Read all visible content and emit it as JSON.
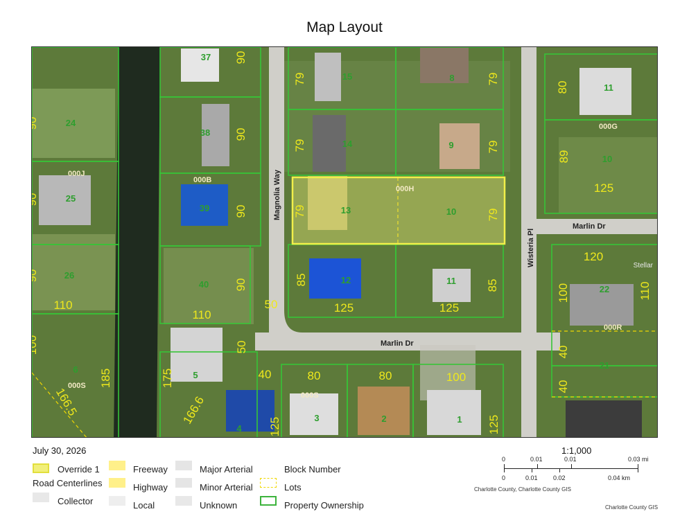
{
  "title": "Map Layout",
  "date": "July 30, 2026",
  "map": {
    "streets": [
      "Magnolia Way",
      "Wisteria Pl",
      "Marlin Dr",
      "Marlin Dr"
    ],
    "block_numbers": [
      "000J",
      "000B",
      "000H",
      "000G",
      "000S",
      "000S",
      "000R"
    ],
    "lot_numbers": [
      "37",
      "8",
      "15",
      "11",
      "24",
      "38",
      "14",
      "9",
      "10",
      "25",
      "39",
      "13",
      "10",
      "26",
      "40",
      "12",
      "11",
      "22",
      "6",
      "5",
      "4",
      "3",
      "2",
      "1",
      "21"
    ],
    "dimensions": [
      "90",
      "79",
      "79",
      "80",
      "90",
      "90",
      "79",
      "79",
      "89",
      "90",
      "90",
      "79",
      "79",
      "125",
      "90",
      "90",
      "85",
      "85",
      "120",
      "100",
      "110",
      "110",
      "110",
      "50",
      "125",
      "125",
      "100",
      "185",
      "175",
      "50",
      "40",
      "80",
      "80",
      "100",
      "40",
      "166.5",
      "166.6",
      "125",
      "125",
      "40"
    ],
    "watermark": "Stellar"
  },
  "legend": {
    "items": [
      "Override 1",
      "Freeway",
      "Major Arterial",
      "Block Number",
      "Road Centerlines",
      "Highway",
      "Minor Arterial",
      "Lots",
      "Collector",
      "Local",
      "Unknown",
      "Property Ownership"
    ],
    "colors": {
      "override": "#f1ef7a",
      "freeway": "#fff08a",
      "highway": "#fff08a",
      "major_arterial": "#e5e5e5",
      "minor_arterial": "#e5e5e5",
      "collector": "#e8e8e8",
      "local": "#eeeeee",
      "unknown": "#e8e8e8",
      "lots": "#f0d800",
      "ownership": "#3cb33c"
    }
  },
  "scale": {
    "ratio": "1:1,000",
    "mi_ticks": [
      "0",
      "0.01",
      "0.01",
      "0.03 mi"
    ],
    "km_ticks": [
      "0",
      "0.01",
      "0.02",
      "0.04 km"
    ]
  },
  "credits": {
    "sources": "Charlotte County, Charlotte County GIS",
    "corner": "Charlotte County GIS"
  }
}
